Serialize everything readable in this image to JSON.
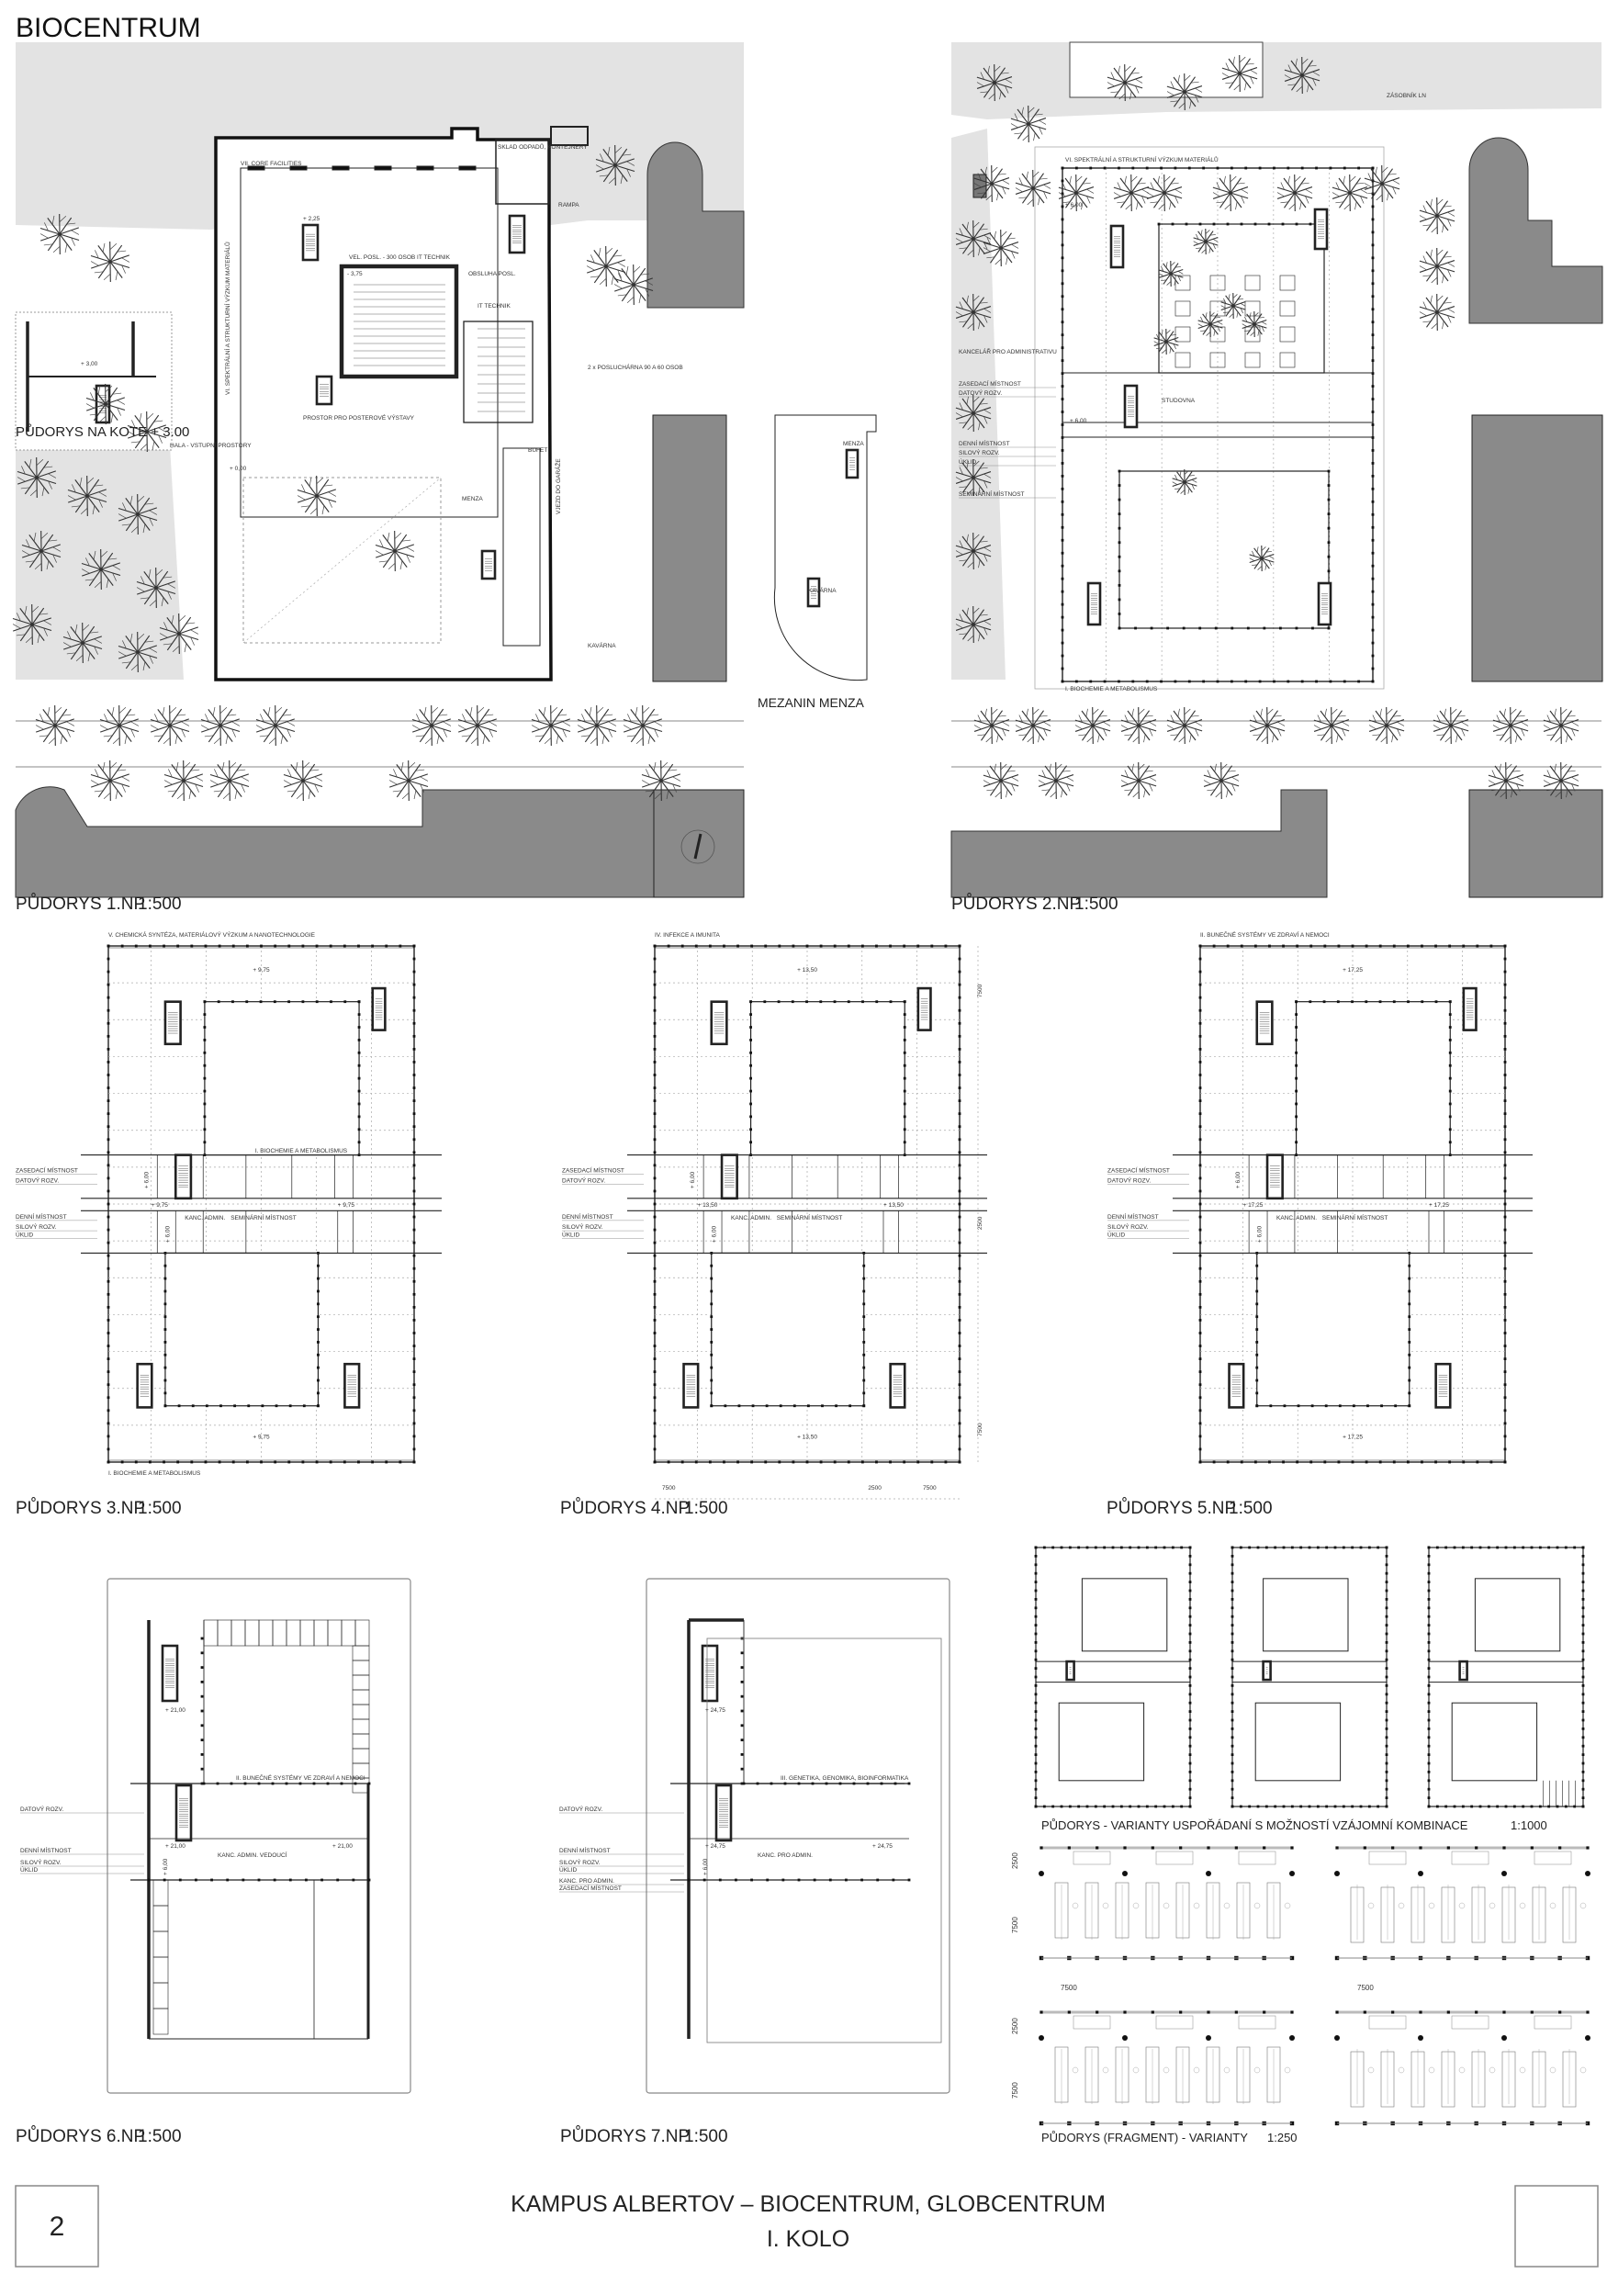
{
  "sheet": {
    "title": "BIOCENTRUM",
    "page_number": "2",
    "footer_title": "KAMPUS ALBERTOV – BIOCENTRUM, GLOBCENTRUM",
    "footer_subtitle": "I. KOLO"
  },
  "shared": {
    "zasedaci": "ZASEDACÍ MÍSTNOST",
    "datovy": "DATOVÝ ROZV.",
    "denni": "DENNÍ MÍSTNOST",
    "silovy": "SILOVÝ ROZV.",
    "uklid": "ÚKLID",
    "kanc_admin": "KANC. ADMIN.",
    "seminar": "SEMINÁRNÍ MÍSTNOST",
    "level_band": "+ 6,00"
  },
  "np1": {
    "caption": "PŮDORYS 1.NP",
    "scale": "1:500",
    "kote_caption": "PŮDORYS NA KOTE  + 3.00",
    "mezanin": "MEZANIN MENZA",
    "labels": {
      "core": "VII. CORE FACILITIES",
      "spectral": "VI. SPEKTRÁLNÍ A STRUKTURNÍ VÝZKUM MATERIÁLŮ",
      "auditorium": "VEL. POSL. - 300 OSOB   IT TECHNIK",
      "obsluha": "OBSLUHA POSL.",
      "it": "IT TECHNIK",
      "waste": "SKLAD ODPADŮ, KONTEJNERY",
      "rampa": "RAMPA",
      "poster": "PROSTOR PRO POSTEROVÉ VÝSTAVY",
      "hala": "HALA - VSTUPNÍ PROSTORY",
      "menza": "MENZA",
      "bufet": "BUFET",
      "lecture": "2 x POSLUCHÁRNA 90 A 60 OSOB",
      "garage": "VJEZD DO GARÁŽE",
      "kavarna": "KAVÁRNA",
      "mez_menza": "MENZA",
      "mez_kavarna": "KAVÁRNA",
      "lvl_0": "+ 0,00",
      "lvl_225": "+ 2,25",
      "lvl_m375": "- 3,75",
      "lvl_300": "+ 3,00"
    }
  },
  "np2": {
    "caption": "PŮDORYS 2.NP",
    "scale": "1:500",
    "labels": {
      "spectral": "VI. SPEKTRÁLNÍ A STRUKTURNÍ VÝZKUM MATERIÁLŮ",
      "biochem": "I. BIOCHEMIE A METABOLISMUS",
      "zasobnik": "ZÁSOBNÍK LN",
      "kanc": "KANCELÁŘ PRO ADMINISTRATIVU",
      "studovna": "STUDOVNA",
      "lvl": "+ 6,00"
    }
  },
  "np3": {
    "caption": "PŮDORYS 3.NP",
    "scale": "1:500",
    "dept_top": "V. CHEMICKÁ SYNTÉZA, MATERIÁLOVÝ VÝZKUM A NANOTECHNOLOGIE",
    "dept_mid": "I. BIOCHEMIE A METABOLISMUS",
    "dept_bottom": "I. BIOCHEMIE A METABOLISMUS",
    "level": "+ 9,75"
  },
  "np4": {
    "caption": "PŮDORYS 4.NP",
    "scale": "1:500",
    "dept_top": "IV. INFEKCE A IMUNITA",
    "level": "+ 13,50",
    "dims": {
      "bay": "7500",
      "corridor": "2500"
    }
  },
  "np5": {
    "caption": "PŮDORYS 5.NP",
    "scale": "1:500",
    "dept_top": "II. BUNEČNÉ SYSTÉMY VE ZDRAVÍ A NEMOCI",
    "level": "+ 17,25"
  },
  "np6": {
    "caption": "PŮDORYS 6.NP",
    "scale": "1:500",
    "dept": "II. BUNEČNÉ SYSTÉMY VE ZDRAVÍ A NEMOCI",
    "level": "+ 21,00",
    "kanc": "KANC. ADMIN. VEDOUCÍ"
  },
  "np7": {
    "caption": "PŮDORYS 7.NP",
    "scale": "1:500",
    "dept": "III. GENETIKA, GENOMIKA, BIOINFORMATIKA",
    "level": "+ 24,75",
    "kanc": "KANC. PRO ADMIN.",
    "zasedaci": "ZASEDACÍ MÍSTNOST"
  },
  "variants": {
    "caption": "PŮDORYS  -  VARIANTY USPOŘÁDANÍ S MOŽNOSTÍ VZÁJOMNÍ KOMBINACE",
    "scale": "1:1000",
    "fragment_caption": "PŮDORYS  (FRAGMENT)  -  VARIANTY",
    "fragment_scale": "1:250",
    "dim_bay": "7500",
    "dim_corridor": "2500"
  }
}
